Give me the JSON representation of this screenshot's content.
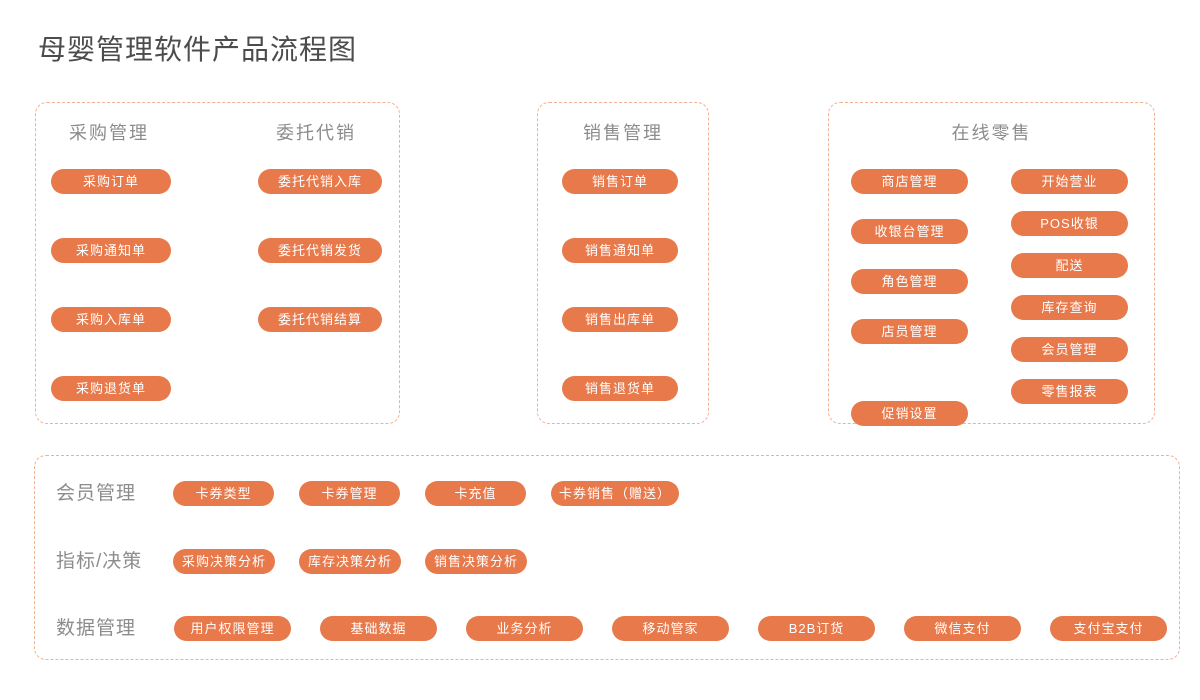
{
  "page": {
    "title": "母婴管理软件产品流程图"
  },
  "colors": {
    "pill_orange": "#e8794b",
    "dashed_border": "#f3b091",
    "heading_gray": "#8c8c8c",
    "title_gray": "#4c4c4c",
    "background": "#ffffff"
  },
  "purchase_box": {
    "columns": [
      {
        "header": "采购管理",
        "buttons": [
          "采购订单",
          "采购通知单",
          "采购入库单",
          "采购退货单"
        ]
      },
      {
        "header": "委托代销",
        "buttons": [
          "委托代销入库",
          "委托代销发货",
          "委托代销结算"
        ]
      }
    ]
  },
  "sales_box": {
    "header": "销售管理",
    "buttons": [
      "销售订单",
      "销售通知单",
      "销售出库单",
      "销售退货单"
    ]
  },
  "retail_box": {
    "header": "在线零售",
    "left_buttons": [
      "商店管理",
      "收银台管理",
      "角色管理",
      "店员管理",
      "促销设置"
    ],
    "right_buttons": [
      "开始营业",
      "POS收银",
      "配送",
      "库存查询",
      "会员管理",
      "零售报表"
    ]
  },
  "bottom_box": {
    "rows": [
      {
        "label": "会员管理",
        "buttons": [
          "卡券类型",
          "卡券管理",
          "卡充值",
          "卡券销售（赠送）"
        ]
      },
      {
        "label": "指标/决策",
        "buttons": [
          "采购决策分析",
          "库存决策分析",
          "销售决策分析"
        ]
      },
      {
        "label": "数据管理",
        "buttons": [
          "用户权限管理",
          "基础数据",
          "业务分析",
          "移动管家",
          "B2B订货",
          "微信支付",
          "支付宝支付"
        ]
      }
    ]
  }
}
